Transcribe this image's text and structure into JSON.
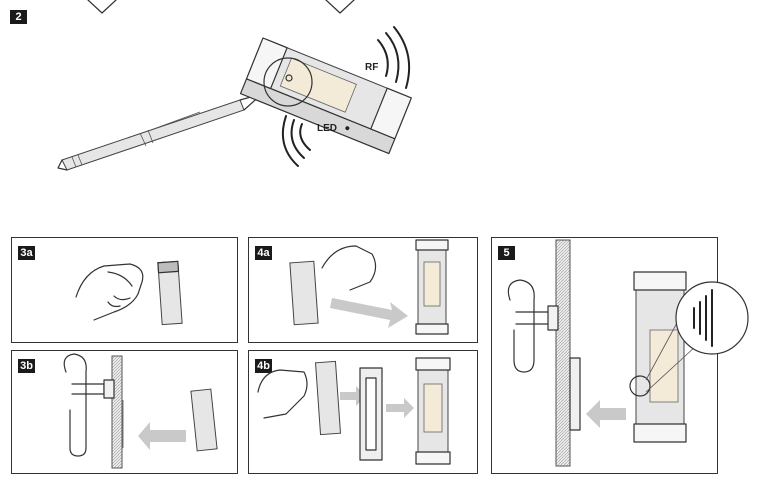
{
  "steps": {
    "step2": "2",
    "step3a": "3a",
    "step3b": "3b",
    "step4a": "4a",
    "step4b": "4b",
    "step5": "5"
  },
  "labels": {
    "rf": "RF",
    "led": "LED"
  }
}
